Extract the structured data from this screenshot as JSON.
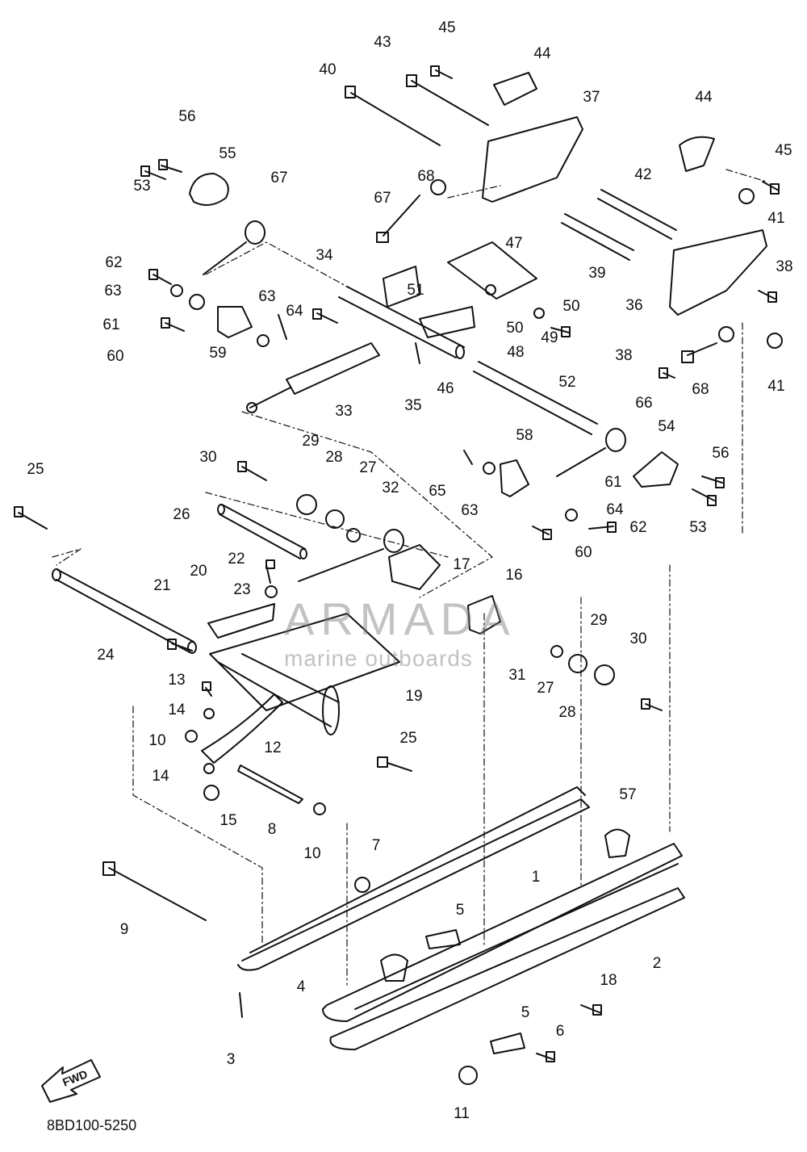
{
  "diagram": {
    "drawing_code": "8BD100-5250",
    "watermark": {
      "brand": "ARMADA",
      "subtitle": "marine outboards"
    },
    "direction_arrow": "FWD",
    "callouts": [
      {
        "n": "1"
      },
      {
        "n": "2"
      },
      {
        "n": "3"
      },
      {
        "n": "4"
      },
      {
        "n": "5"
      },
      {
        "n": "5"
      },
      {
        "n": "6"
      },
      {
        "n": "7"
      },
      {
        "n": "8"
      },
      {
        "n": "9"
      },
      {
        "n": "10"
      },
      {
        "n": "10"
      },
      {
        "n": "11"
      },
      {
        "n": "12"
      },
      {
        "n": "13"
      },
      {
        "n": "14"
      },
      {
        "n": "14"
      },
      {
        "n": "15"
      },
      {
        "n": "16"
      },
      {
        "n": "17"
      },
      {
        "n": "18"
      },
      {
        "n": "19"
      },
      {
        "n": "20"
      },
      {
        "n": "21"
      },
      {
        "n": "22"
      },
      {
        "n": "23"
      },
      {
        "n": "24"
      },
      {
        "n": "25"
      },
      {
        "n": "25"
      },
      {
        "n": "26"
      },
      {
        "n": "27"
      },
      {
        "n": "27"
      },
      {
        "n": "28"
      },
      {
        "n": "28"
      },
      {
        "n": "29"
      },
      {
        "n": "29"
      },
      {
        "n": "30"
      },
      {
        "n": "30"
      },
      {
        "n": "31"
      },
      {
        "n": "32"
      },
      {
        "n": "33"
      },
      {
        "n": "34"
      },
      {
        "n": "35"
      },
      {
        "n": "36"
      },
      {
        "n": "37"
      },
      {
        "n": "38"
      },
      {
        "n": "38"
      },
      {
        "n": "39"
      },
      {
        "n": "40"
      },
      {
        "n": "41"
      },
      {
        "n": "41"
      },
      {
        "n": "42"
      },
      {
        "n": "43"
      },
      {
        "n": "44"
      },
      {
        "n": "44"
      },
      {
        "n": "45"
      },
      {
        "n": "45"
      },
      {
        "n": "46"
      },
      {
        "n": "47"
      },
      {
        "n": "48"
      },
      {
        "n": "49"
      },
      {
        "n": "50"
      },
      {
        "n": "50"
      },
      {
        "n": "51"
      },
      {
        "n": "52"
      },
      {
        "n": "53"
      },
      {
        "n": "53"
      },
      {
        "n": "54"
      },
      {
        "n": "55"
      },
      {
        "n": "56"
      },
      {
        "n": "56"
      },
      {
        "n": "57"
      },
      {
        "n": "58"
      },
      {
        "n": "59"
      },
      {
        "n": "60"
      },
      {
        "n": "60"
      },
      {
        "n": "61"
      },
      {
        "n": "61"
      },
      {
        "n": "62"
      },
      {
        "n": "62"
      },
      {
        "n": "63"
      },
      {
        "n": "63"
      },
      {
        "n": "63"
      },
      {
        "n": "64"
      },
      {
        "n": "64"
      },
      {
        "n": "65"
      },
      {
        "n": "66"
      },
      {
        "n": "67"
      },
      {
        "n": "67"
      },
      {
        "n": "68"
      },
      {
        "n": "68"
      }
    ]
  }
}
